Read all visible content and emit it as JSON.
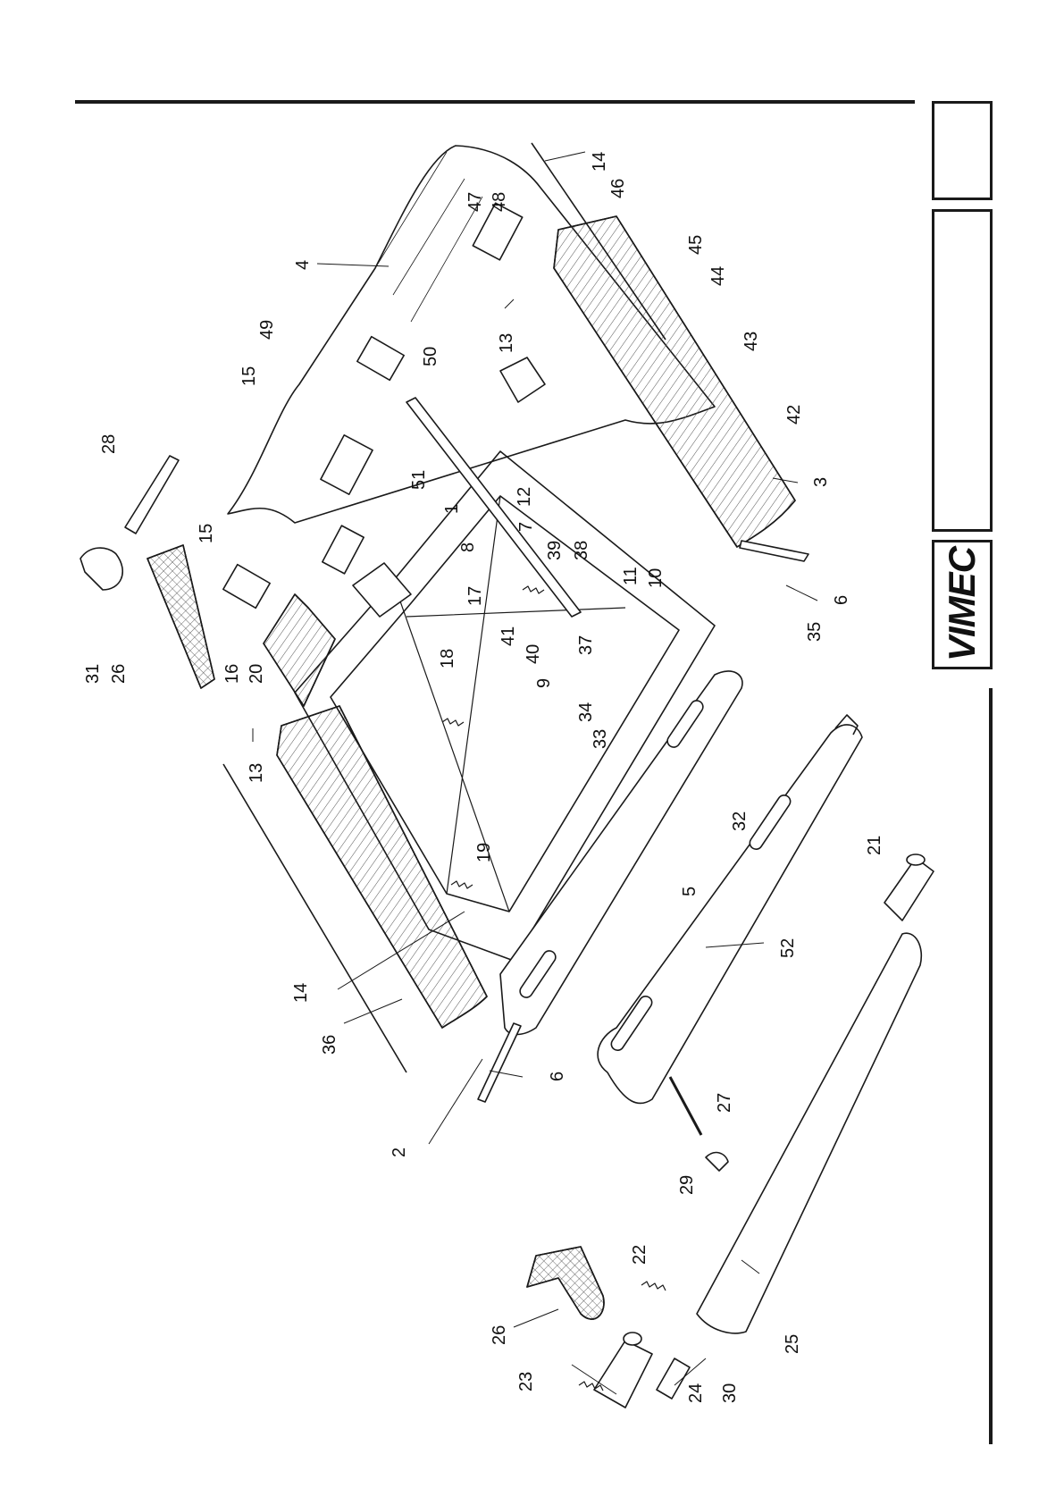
{
  "logo": {
    "text": "VIMEC"
  },
  "colors": {
    "ink": "#1a1a1a",
    "paper": "#ffffff",
    "hatch": "#555555"
  },
  "parts": [
    {
      "id": "1",
      "label": "1"
    },
    {
      "id": "2",
      "label": "2"
    },
    {
      "id": "3",
      "label": "3"
    },
    {
      "id": "4",
      "label": "4"
    },
    {
      "id": "5",
      "label": "5"
    },
    {
      "id": "6a",
      "label": "6"
    },
    {
      "id": "6b",
      "label": "6"
    },
    {
      "id": "7",
      "label": "7"
    },
    {
      "id": "8",
      "label": "8"
    },
    {
      "id": "9",
      "label": "9"
    },
    {
      "id": "10",
      "label": "10"
    },
    {
      "id": "11",
      "label": "11"
    },
    {
      "id": "12",
      "label": "12"
    },
    {
      "id": "13a",
      "label": "13"
    },
    {
      "id": "13b",
      "label": "13"
    },
    {
      "id": "14a",
      "label": "14"
    },
    {
      "id": "14b",
      "label": "14"
    },
    {
      "id": "15a",
      "label": "15"
    },
    {
      "id": "15b",
      "label": "15"
    },
    {
      "id": "16",
      "label": "16"
    },
    {
      "id": "17",
      "label": "17"
    },
    {
      "id": "18",
      "label": "18"
    },
    {
      "id": "19",
      "label": "19"
    },
    {
      "id": "20",
      "label": "20"
    },
    {
      "id": "21",
      "label": "21"
    },
    {
      "id": "22",
      "label": "22"
    },
    {
      "id": "23",
      "label": "23"
    },
    {
      "id": "24",
      "label": "24"
    },
    {
      "id": "25",
      "label": "25"
    },
    {
      "id": "26a",
      "label": "26"
    },
    {
      "id": "26b",
      "label": "26"
    },
    {
      "id": "27",
      "label": "27"
    },
    {
      "id": "28",
      "label": "28"
    },
    {
      "id": "29",
      "label": "29"
    },
    {
      "id": "30",
      "label": "30"
    },
    {
      "id": "31",
      "label": "31"
    },
    {
      "id": "32",
      "label": "32"
    },
    {
      "id": "33",
      "label": "33"
    },
    {
      "id": "34",
      "label": "34"
    },
    {
      "id": "35",
      "label": "35"
    },
    {
      "id": "36",
      "label": "36"
    },
    {
      "id": "37",
      "label": "37"
    },
    {
      "id": "38",
      "label": "38"
    },
    {
      "id": "39",
      "label": "39"
    },
    {
      "id": "40",
      "label": "40"
    },
    {
      "id": "41",
      "label": "41"
    },
    {
      "id": "42",
      "label": "42"
    },
    {
      "id": "43",
      "label": "43"
    },
    {
      "id": "44",
      "label": "44"
    },
    {
      "id": "45",
      "label": "45"
    },
    {
      "id": "46",
      "label": "46"
    },
    {
      "id": "47",
      "label": "47"
    },
    {
      "id": "48",
      "label": "48"
    },
    {
      "id": "49",
      "label": "49"
    },
    {
      "id": "50",
      "label": "50"
    },
    {
      "id": "51",
      "label": "51"
    },
    {
      "id": "52",
      "label": "52"
    }
  ]
}
